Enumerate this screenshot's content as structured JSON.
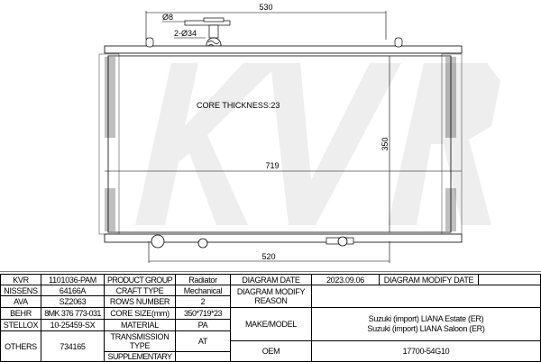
{
  "drawing": {
    "brand_watermark": "KVR",
    "core_thickness": "CORE THICKNESS:23",
    "dim_top": "530",
    "dim_height": "350",
    "dim_core_width": "719",
    "dim_bottom": "520",
    "cap_hole": "Ø8",
    "cap_diameter": "2-Ø34"
  },
  "table": {
    "kvr_label": "KVR",
    "kvr_value": "1101036-PAM",
    "nissens_label": "NISSENS",
    "nissens_value": "64166A",
    "ava_label": "AVA",
    "ava_value": "SZ2063",
    "behr_label": "BEHR",
    "behr_value": "8MK 376 773-031",
    "stellox_label": "STELLOX",
    "stellox_value": "10-25459-SX",
    "others_label": "OTHERS",
    "others_value": "734165",
    "product_group_label": "PRODUCT GROUP",
    "product_group_value": "Radiator",
    "craft_type_label": "CRAFT TYPE",
    "craft_type_value": "Mechanical",
    "rows_number_label": "ROWS NUMBER",
    "rows_number_value": "2",
    "core_size_label": "CORE SIZE(mm)",
    "core_size_value": "350*719*23",
    "material_label": "MATERIAL",
    "material_value": "PA",
    "transmission_label": "TRANSMISSION TYPE",
    "transmission_value": "AT",
    "supplementary_label": "SUPPLEMENTARY",
    "supplementary_value": "",
    "diagram_date_label": "DIAGRAM DATE",
    "diagram_date_value": "2023.09.06",
    "diagram_modify_date_label": "DIAGRAM MODIFY DATE",
    "diagram_modify_date_value": "",
    "modify_reason_label": "DIAGRAM MODIFY REASON",
    "modify_reason_value": "",
    "make_model_label": "MAKE/MODEL",
    "make_model_values": [
      "Suzuki (import) LIANA Estate (ER)",
      "Suzuki (import) LIANA Saloon (ER)"
    ],
    "oem_label": "OEM",
    "oem_value": "17700-54G10"
  }
}
